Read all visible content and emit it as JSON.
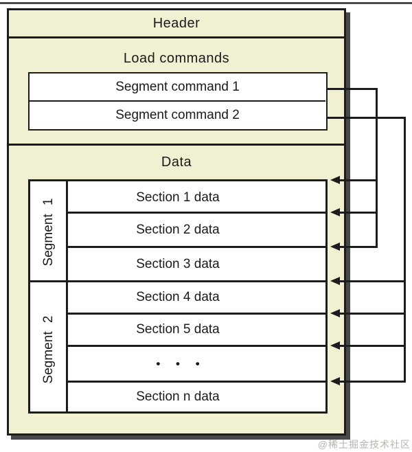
{
  "diagram": {
    "header": {
      "label": "Header"
    },
    "load_commands": {
      "label": "Load commands",
      "segment_commands": [
        {
          "label": "Segment command 1"
        },
        {
          "label": "Segment command 2"
        }
      ]
    },
    "data": {
      "label": "Data",
      "segments": [
        {
          "label": "Segment 1"
        },
        {
          "label": "Segment 2"
        }
      ],
      "sections": [
        {
          "label": "Section 1 data"
        },
        {
          "label": "Section 2 data"
        },
        {
          "label": "Section 3 data"
        },
        {
          "label": "Section 4 data"
        },
        {
          "label": "Section 5 data"
        },
        {
          "label": "• • •"
        },
        {
          "label": "Section n data"
        }
      ]
    }
  },
  "watermark": {
    "label": "@稀土掘金技术社区"
  },
  "colors": {
    "box_fill": "#f2f0d2",
    "outline": "#1c1c1c",
    "shadow": "#484848",
    "row_fill": "#ffffff",
    "watermark_text": "#b7b3ad"
  }
}
